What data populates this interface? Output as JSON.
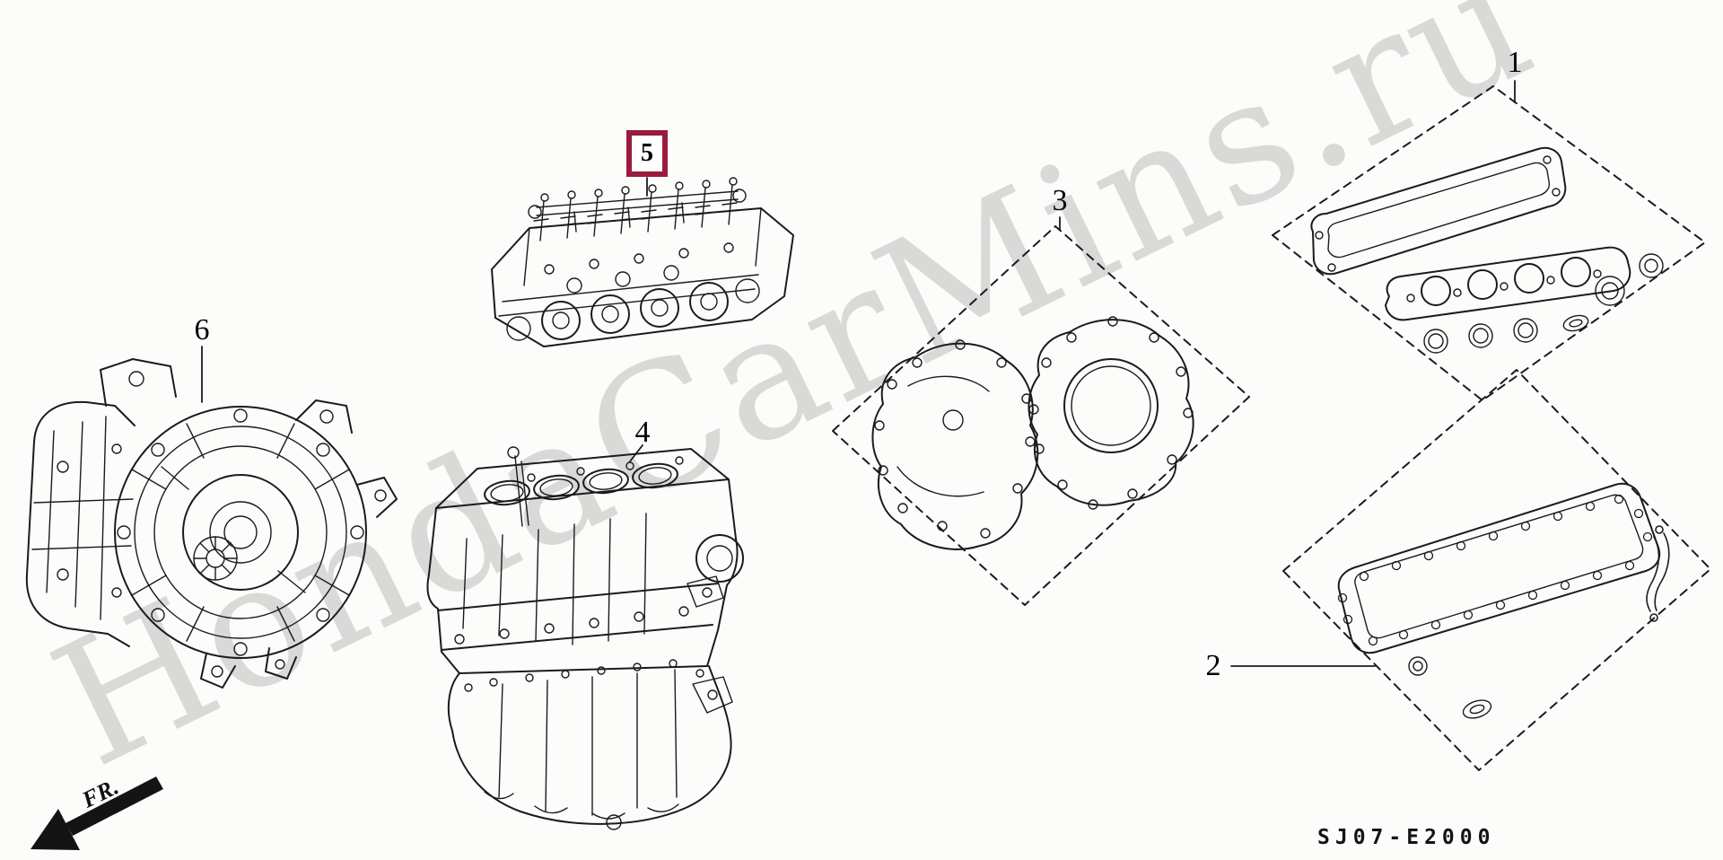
{
  "diagram": {
    "watermark": "HondaCarMins.ru",
    "code": "SJ07-E2000",
    "fr_label": "FR.",
    "callouts": {
      "c1": {
        "label": "1"
      },
      "c2": {
        "label": "2"
      },
      "c3": {
        "label": "3"
      },
      "c4": {
        "label": "4"
      },
      "c5": {
        "label": "5",
        "highlighted": true
      },
      "c6": {
        "label": "6"
      }
    },
    "colors": {
      "highlight_box": "#9a1b3c",
      "line_art": "#1b1b1b",
      "watermark": "#bdbdbd",
      "background": "#fcfcfa"
    }
  }
}
